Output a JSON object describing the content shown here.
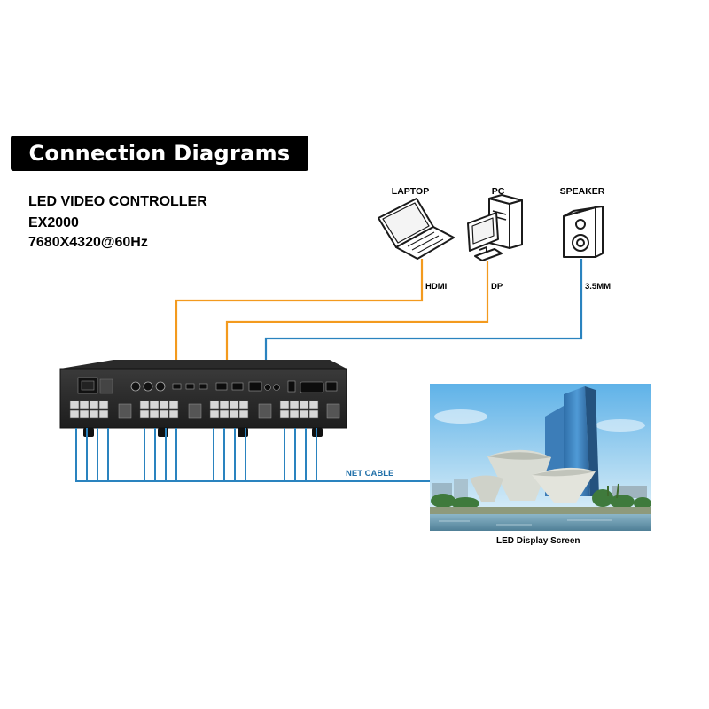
{
  "title": "Connection Diagrams",
  "controller": {
    "line1": "LED VIDEO CONTROLLER",
    "line2": "EX2000",
    "line3": "7680X4320@60Hz"
  },
  "devices": [
    {
      "label": "LAPTOP",
      "icon": "laptop-icon",
      "connection": "HDMI"
    },
    {
      "label": "PC",
      "icon": "desktop-pc-icon",
      "connection": "DP"
    },
    {
      "label": "SPEAKER",
      "icon": "speaker-icon",
      "connection": "3.5MM"
    }
  ],
  "net_cable_label": "NET CABLE",
  "display_caption": "LED Display Screen",
  "colors": {
    "orange_cable": "#f39a1e",
    "blue_cable": "#2a83bf",
    "device_body": "#2b2b2b"
  }
}
